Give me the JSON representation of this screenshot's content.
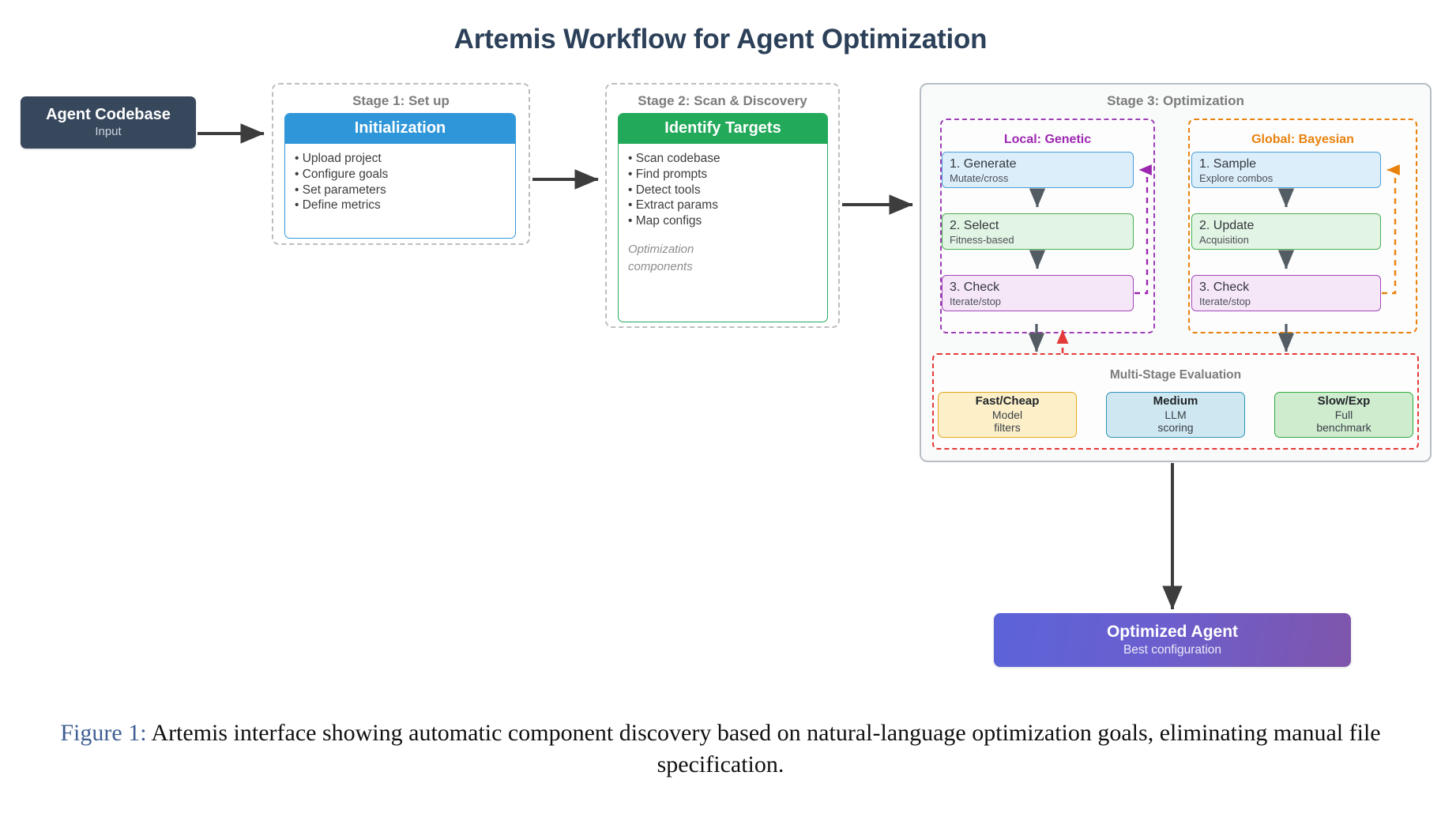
{
  "title": "Artemis Workflow for Agent Optimization",
  "input_node": {
    "title": "Agent Codebase",
    "subtitle": "Input"
  },
  "stage1": {
    "label": "Stage 1: Set up",
    "card_title": "Initialization",
    "accent": "#2f97d9",
    "bullets": [
      "• Upload project",
      "• Configure goals",
      "• Set parameters",
      "• Define metrics"
    ]
  },
  "stage2": {
    "label": "Stage 2: Scan & Discovery",
    "card_title": "Identify Targets",
    "accent": "#22a95a",
    "bullets": [
      "• Scan codebase",
      "• Find prompts",
      "• Detect tools",
      "• Extract params",
      "• Map configs"
    ],
    "note_line1": "Optimization",
    "note_line2": "components"
  },
  "stage3": {
    "label": "Stage 3: Optimization",
    "genetic": {
      "title": "Local: Genetic",
      "accent": "#9c27b0",
      "steps": [
        {
          "title": "1. Generate",
          "subtitle": "Mutate/cross",
          "color": "blue"
        },
        {
          "title": "2. Select",
          "subtitle": "Fitness-based",
          "color": "green"
        },
        {
          "title": "3. Check",
          "subtitle": "Iterate/stop",
          "color": "purple"
        }
      ]
    },
    "bayesian": {
      "title": "Global: Bayesian",
      "accent": "#e8820c",
      "steps": [
        {
          "title": "1. Sample",
          "subtitle": "Explore combos",
          "color": "blue"
        },
        {
          "title": "2. Update",
          "subtitle": "Acquisition",
          "color": "green"
        },
        {
          "title": "3. Check",
          "subtitle": "Iterate/stop",
          "color": "purple"
        }
      ]
    },
    "evaluation": {
      "title": "Multi-Stage Evaluation",
      "accent": "#e23b37",
      "boxes": [
        {
          "title": "Fast/Cheap",
          "line1": "Model",
          "line2": "filters",
          "color": "yellow"
        },
        {
          "title": "Medium",
          "line1": "LLM",
          "line2": "scoring",
          "color": "cyan"
        },
        {
          "title": "Slow/Exp",
          "line1": "Full",
          "line2": "benchmark",
          "color": "mint"
        }
      ]
    }
  },
  "output_node": {
    "title": "Optimized Agent",
    "subtitle": "Best configuration"
  },
  "caption": {
    "figure_label": "Figure 1:",
    "text": "Artemis interface showing automatic component discovery based on natural-language optimization goals, eliminating manual file specification."
  }
}
